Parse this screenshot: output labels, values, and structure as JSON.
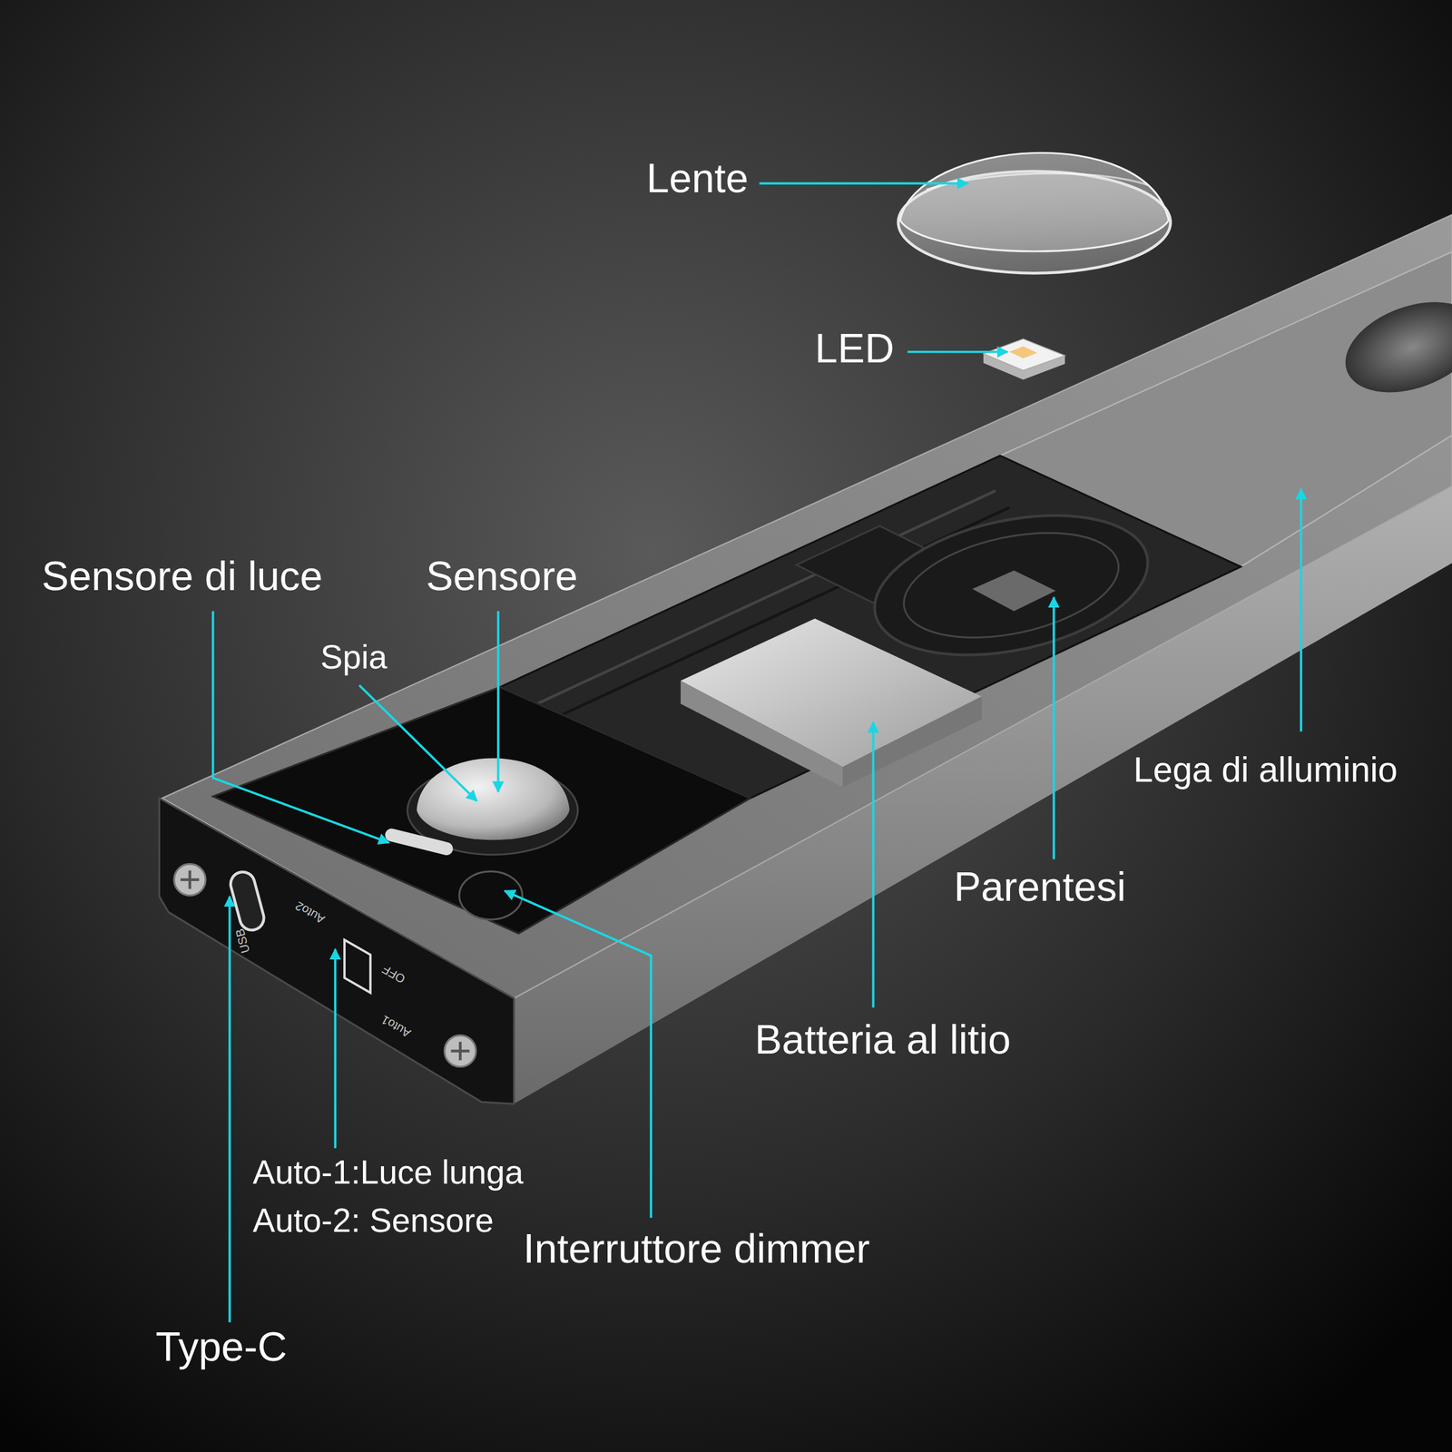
{
  "diagram": {
    "labels": [
      "Lente",
      "LED",
      "Sensore di luce",
      "Sensore",
      "Spia",
      "Lega di alluminio",
      "Parentesi",
      "Batteria al litio",
      "Auto-1:Luce lunga",
      "Auto-2: Sensore",
      "Interruttore dimmer",
      "Type-C",
      "USB",
      "Auto2",
      "OFF",
      "Auto1"
    ]
  }
}
